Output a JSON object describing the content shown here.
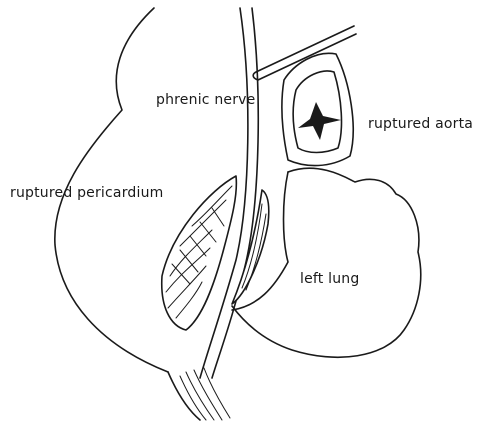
{
  "labels": {
    "phrenic_nerve": "phrenic nerve",
    "ruptured_aorta": "ruptured aorta",
    "ruptured_pericardium": "ruptured pericardium",
    "left_lung": "left lung"
  },
  "colors": {
    "ink": "#1a1a1a",
    "background": "#ffffff"
  }
}
